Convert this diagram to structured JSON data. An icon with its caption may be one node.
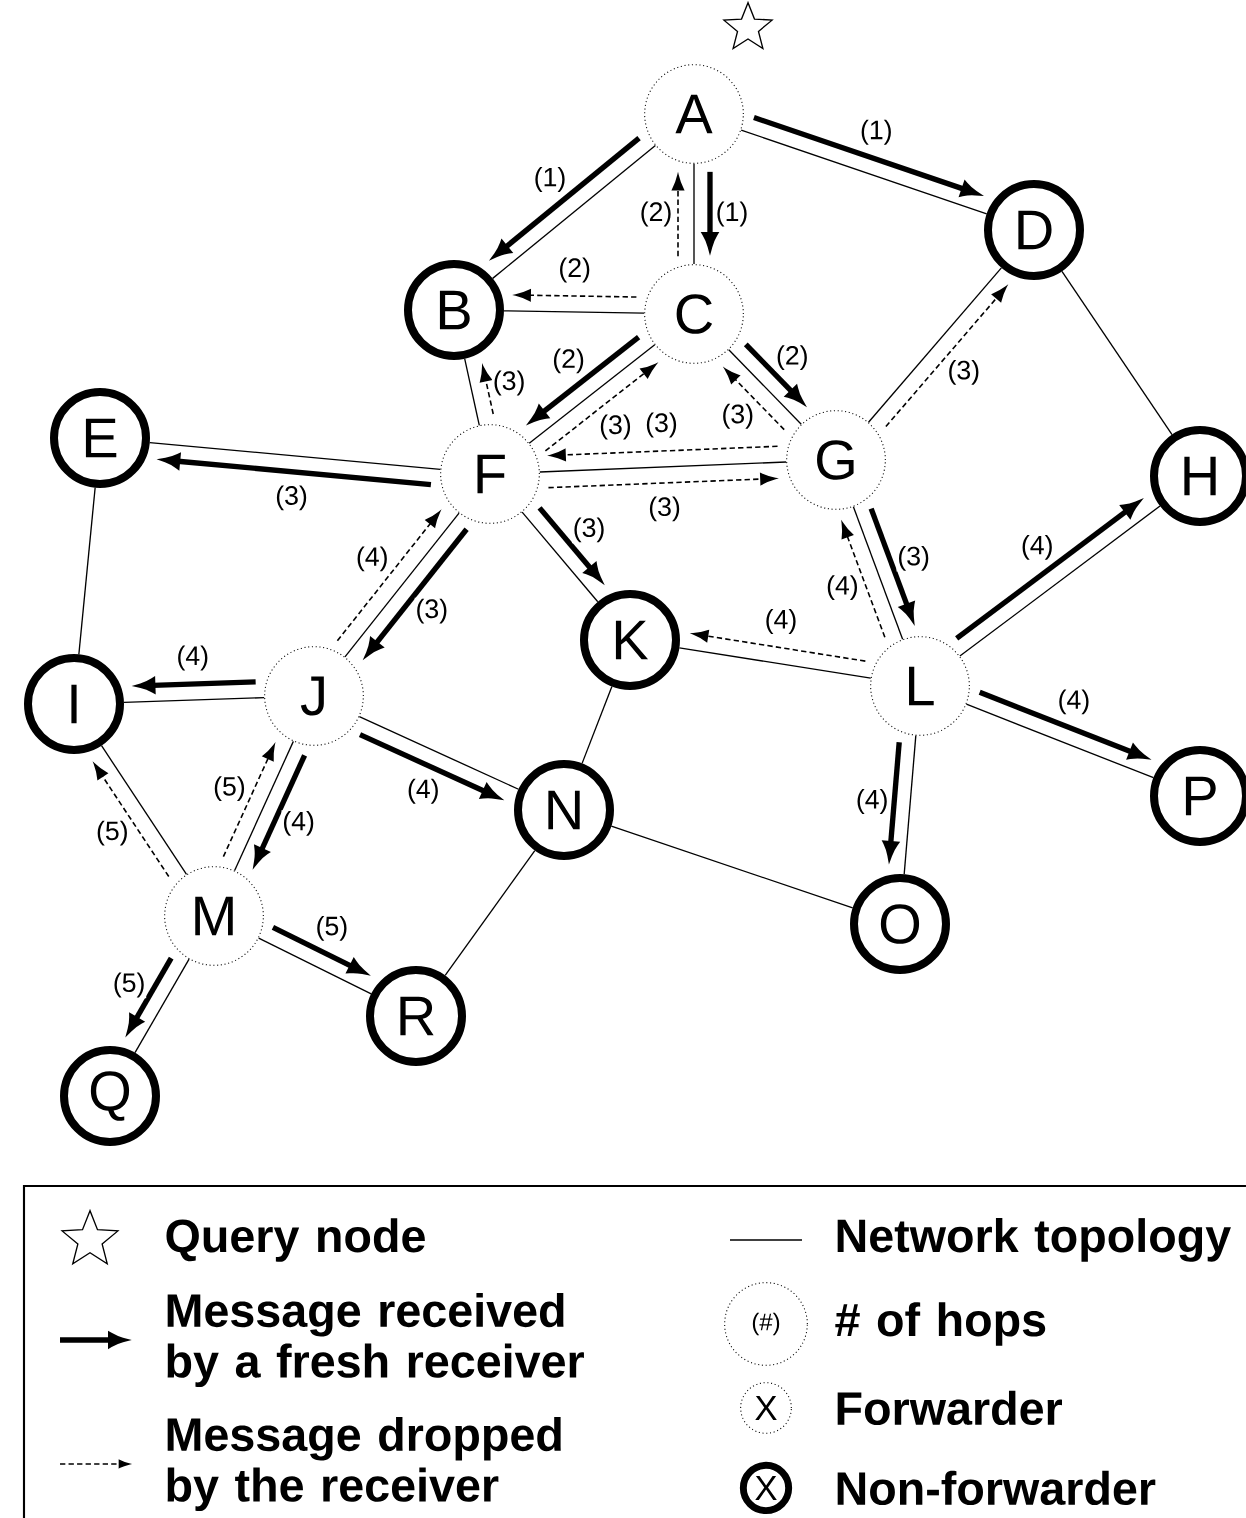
{
  "diagram": {
    "nodes": [
      {
        "text": [
          "A"
        ]
      },
      {
        "text": [
          "B"
        ]
      },
      {
        "text": [
          "C"
        ]
      },
      {
        "text": [
          "D"
        ]
      },
      {
        "text": [
          "E"
        ]
      },
      {
        "text": [
          "F"
        ]
      },
      {
        "text": [
          "G"
        ]
      },
      {
        "text": [
          "H"
        ]
      },
      {
        "text": [
          "I"
        ]
      },
      {
        "text": [
          "J"
        ]
      },
      {
        "text": [
          "K"
        ]
      },
      {
        "text": [
          "L"
        ]
      },
      {
        "text": [
          "M"
        ]
      },
      {
        "text": [
          "N"
        ]
      },
      {
        "text": [
          "O"
        ]
      },
      {
        "text": [
          "P"
        ]
      },
      {
        "text": [
          "Q"
        ]
      },
      {
        "text": [
          "R"
        ]
      }
    ],
    "edges": [
      {
        "from": 0,
        "to": 1,
        "arrow": "none"
      },
      {
        "from": 0,
        "to": 2,
        "arrow": "none"
      },
      {
        "from": 0,
        "to": 3,
        "arrow": "none"
      },
      {
        "from": 1,
        "to": 2,
        "arrow": "none"
      },
      {
        "from": 1,
        "to": 5,
        "arrow": "none"
      },
      {
        "from": 2,
        "to": 5,
        "arrow": "none"
      },
      {
        "from": 2,
        "to": 6,
        "arrow": "none"
      },
      {
        "from": 3,
        "to": 6,
        "arrow": "none"
      },
      {
        "from": 3,
        "to": 7,
        "arrow": "none"
      },
      {
        "from": 4,
        "to": 5,
        "arrow": "none"
      },
      {
        "from": 4,
        "to": 8,
        "arrow": "none"
      },
      {
        "from": 5,
        "to": 6,
        "arrow": "none"
      },
      {
        "from": 5,
        "to": 9,
        "arrow": "none"
      },
      {
        "from": 5,
        "to": 10,
        "arrow": "none"
      },
      {
        "from": 6,
        "to": 11,
        "arrow": "none"
      },
      {
        "from": 7,
        "to": 11,
        "arrow": "none"
      },
      {
        "from": 8,
        "to": 9,
        "arrow": "none"
      },
      {
        "from": 8,
        "to": 12,
        "arrow": "none"
      },
      {
        "from": 9,
        "to": 12,
        "arrow": "none"
      },
      {
        "from": 9,
        "to": 13,
        "arrow": "none"
      },
      {
        "from": 10,
        "to": 11,
        "arrow": "none"
      },
      {
        "from": 10,
        "to": 13,
        "arrow": "none"
      },
      {
        "from": 11,
        "to": 14,
        "arrow": "none"
      },
      {
        "from": 11,
        "to": 15,
        "arrow": "none"
      },
      {
        "from": 12,
        "to": 16,
        "arrow": "none"
      },
      {
        "from": 12,
        "to": 17,
        "arrow": "none"
      },
      {
        "from": 13,
        "to": 14,
        "arrow": "none"
      },
      {
        "from": 13,
        "to": 17,
        "arrow": "none"
      },
      {
        "from": 0,
        "to": 1,
        "arrow": "to",
        "label": "(1)",
        "style": "thick"
      },
      {
        "from": 0,
        "to": 2,
        "arrow": "to",
        "label": "(1)",
        "style": "thick"
      },
      {
        "from": 0,
        "to": 3,
        "arrow": "to",
        "label": "(1)",
        "style": "thick"
      },
      {
        "from": 2,
        "to": 0,
        "arrow": "to",
        "label": "(2)",
        "style": "dashed"
      },
      {
        "from": 2,
        "to": 1,
        "arrow": "to",
        "label": "(2)",
        "style": "dashed"
      },
      {
        "from": 2,
        "to": 5,
        "arrow": "to",
        "label": "(2)",
        "style": "thick"
      },
      {
        "from": 2,
        "to": 6,
        "arrow": "to",
        "label": "(2)",
        "style": "thick"
      },
      {
        "from": 5,
        "to": 1,
        "arrow": "to",
        "label": "(3)",
        "style": "dashed"
      },
      {
        "from": 5,
        "to": 2,
        "arrow": "to",
        "label": "(3)",
        "style": "dashed"
      },
      {
        "from": 5,
        "to": 4,
        "arrow": "to",
        "label": "(3)",
        "style": "thick"
      },
      {
        "from": 5,
        "to": 6,
        "arrow": "to",
        "label": "(3)",
        "style": "dashed"
      },
      {
        "from": 6,
        "to": 5,
        "arrow": "to",
        "label": "(3)",
        "style": "dashed"
      },
      {
        "from": 6,
        "to": 2,
        "arrow": "to",
        "label": "(3)",
        "style": "dashed"
      },
      {
        "from": 6,
        "to": 3,
        "arrow": "to",
        "label": "(3)",
        "style": "dashed"
      },
      {
        "from": 5,
        "to": 10,
        "arrow": "to",
        "label": "(3)",
        "style": "thick"
      },
      {
        "from": 5,
        "to": 9,
        "arrow": "to",
        "label": "(3)",
        "style": "thick"
      },
      {
        "from": 6,
        "to": 11,
        "arrow": "to",
        "label": "(3)",
        "style": "thick"
      },
      {
        "from": 9,
        "to": 5,
        "arrow": "to",
        "label": "(4)",
        "style": "dashed"
      },
      {
        "from": 9,
        "to": 8,
        "arrow": "to",
        "label": "(4)",
        "style": "thick"
      },
      {
        "from": 9,
        "to": 12,
        "arrow": "to",
        "label": "(4)",
        "style": "thick"
      },
      {
        "from": 9,
        "to": 13,
        "arrow": "to",
        "label": "(4)",
        "style": "thick"
      },
      {
        "from": 11,
        "to": 6,
        "arrow": "to",
        "label": "(4)",
        "style": "dashed"
      },
      {
        "from": 11,
        "to": 10,
        "arrow": "to",
        "label": "(4)",
        "style": "dashed"
      },
      {
        "from": 11,
        "to": 7,
        "arrow": "to",
        "label": "(4)",
        "style": "thick"
      },
      {
        "from": 11,
        "to": 15,
        "arrow": "to",
        "label": "(4)",
        "style": "thick"
      },
      {
        "from": 11,
        "to": 14,
        "arrow": "to",
        "label": "(4)",
        "style": "thick"
      },
      {
        "from": 12,
        "to": 9,
        "arrow": "to",
        "label": "(5)",
        "style": "dashed"
      },
      {
        "from": 12,
        "to": 8,
        "arrow": "to",
        "label": "(5)",
        "style": "dashed"
      },
      {
        "from": 12,
        "to": 17,
        "arrow": "to",
        "label": "(5)",
        "style": "thick"
      },
      {
        "from": 12,
        "to": 16,
        "arrow": "to",
        "label": "(5)",
        "style": "thick"
      }
    ],
    "labels": [
      "(#)",
      "X",
      "X"
    ],
    "legend": [
      {
        "text": "Query node"
      },
      {
        "text": "Message received by a fresh receiver"
      },
      {
        "text": "Message dropped by the receiver"
      },
      {
        "text": "Network topology"
      },
      {
        "text": "# of hops"
      },
      {
        "text": "Forwarder"
      },
      {
        "text": "Non-forwarder"
      }
    ]
  }
}
